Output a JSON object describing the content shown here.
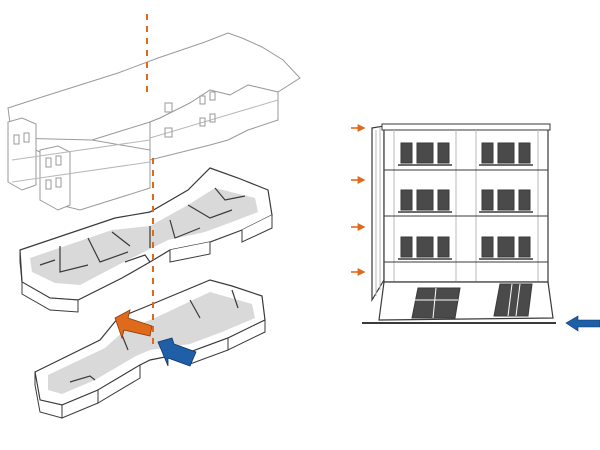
{
  "colors": {
    "background": "#ffffff",
    "line": "#3a3a3a",
    "light_line": "#b8b8b8",
    "floor_fill": "#d9d9d9",
    "window_fill": "#4a4a4a",
    "accent_orange": "#e06a1b",
    "accent_blue": "#1f5fa8"
  },
  "diagram": {
    "left_view": "exploded-axonometric",
    "right_view": "front-elevation",
    "floors_shown": 3,
    "elevation_upper_floors": 3,
    "windows_per_upper_floor": 6,
    "storefront_windows": 2,
    "side_arrows": 4,
    "text_labels": []
  },
  "icons": {
    "vertical_axis": "dashed-line",
    "arrow_orange": "arrow-icon",
    "arrow_blue": "arrow-icon",
    "side_arrow": "small-arrow-icon"
  }
}
